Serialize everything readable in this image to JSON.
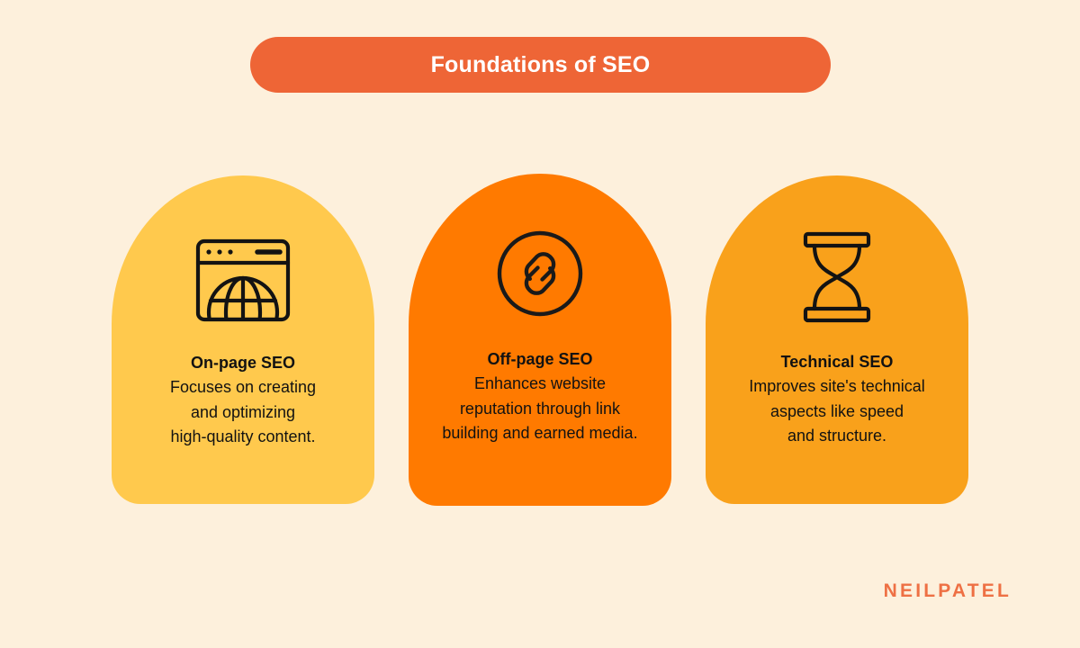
{
  "header": {
    "title": "Foundations of SEO"
  },
  "cards": [
    {
      "heading": "On-page SEO",
      "description": "Focuses on creating\nand optimizing\nhigh-quality content.",
      "icon": "browser-globe-icon",
      "bg_color": "#FFC94D"
    },
    {
      "heading": "Off-page SEO",
      "description": "Enhances website\nreputation through link\nbuilding and earned media.",
      "icon": "link-circle-icon",
      "bg_color": "#FF7A00"
    },
    {
      "heading": "Technical SEO",
      "description": "Improves site's technical\naspects like speed\nand structure.",
      "icon": "hourglass-icon",
      "bg_color": "#F9A11B"
    }
  ],
  "brand": {
    "name": "NEILPATEL",
    "color": "#EE7044"
  },
  "theme": {
    "background": "#FDF0DC",
    "banner": "#EE6536",
    "text": "#121212",
    "icon_stroke": "#131313"
  }
}
